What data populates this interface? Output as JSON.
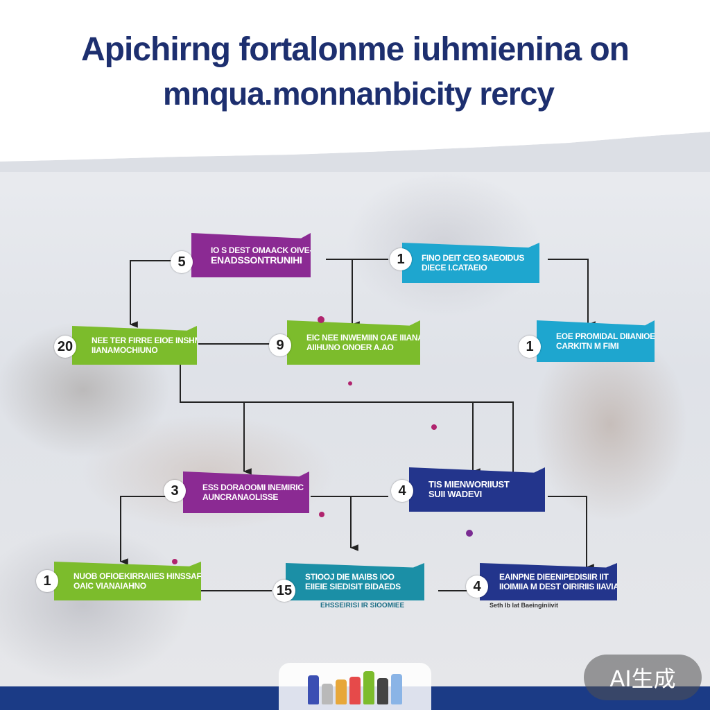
{
  "title": {
    "line1": "Apichirng fortalonme iuhmienina on",
    "line2": "mnqua.monnanbicity  rercy"
  },
  "boxes": {
    "b5": {
      "number": "5",
      "line1": "IO S DEST OMAACK OIVE- IEIE",
      "line2": "ENADSSONTRUNIHI"
    },
    "b1": {
      "number": "1",
      "line1": "FINO DEIT CEO SAEOIDUS",
      "line2": "DIECE  I.CATAEIO"
    },
    "b20": {
      "number": "20",
      "line1": "NEE TER FIRRE EIOE INSHMNE",
      "line2": "IIANAMOCHIUNO"
    },
    "b9": {
      "number": "9",
      "line1": "EIC NEE INWEMIIN OAE IIIANAI",
      "line2": "AIIHUNO ONOER A.AO"
    },
    "b1b": {
      "number": "1",
      "line1": "EOE PROMIDAL DIIANIOEE IERE",
      "line2": "CARKITN M FIMI"
    },
    "b3": {
      "number": "3",
      "line1": "ESS DORAOOMI INEMIRIC",
      "line2": "AUNCRANAOLISSE"
    },
    "b4": {
      "number": "4",
      "line1": "TIS MIENWORIIUST",
      "line2": "SUII WADEVI"
    },
    "b12": {
      "number": "1",
      "line1": "NUOB OFIOEKIRRAIIES HINSSAFEIS",
      "line2": "OAIC VIANAIAHNO"
    },
    "b15": {
      "number": "15",
      "line1": "STIOOJ DIE MAIBS IOO",
      "line2": "EIIEIE SIEDISIT BIDAEDS"
    },
    "b4b": {
      "number": "4",
      "line1": "EAINPNE DIEENIPEDISIIR IIT",
      "line2": "IIOIMIIA M DEST OIRIRIIS IIAVIAT"
    }
  },
  "captions": {
    "c15": "EHSSEIRISI IR SIOOMIEE",
    "c4b": "Seth Ib lat Baeinginiivit"
  },
  "badge": "AI生成",
  "colors": {
    "green": "#7cbc2c",
    "purple": "#8b2a93",
    "cyan": "#1ea6cf",
    "teal": "#1b8fa6",
    "navy": "#23358c",
    "title": "#1d2f6f"
  }
}
